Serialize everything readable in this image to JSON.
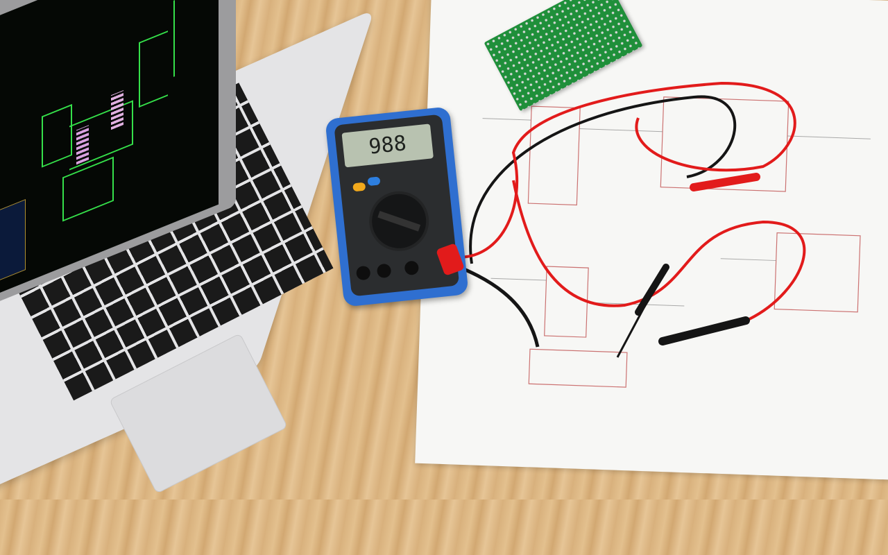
{
  "scene": {
    "description": "Top-down photo of a wooden desk with a laptop showing a green-on-black circuit schematic, a blue digital multimeter with red and black test leads, a printed circuit schematic on white paper, and a green printed circuit board",
    "objects": [
      "laptop",
      "digital-multimeter",
      "test-leads",
      "schematic-paper",
      "printed-circuit-board"
    ]
  },
  "multimeter": {
    "display_reading": "988",
    "body_color": "#2f6fd0",
    "button_colors": [
      "#f2a91c",
      "#2d7fe0"
    ]
  },
  "colors": {
    "desk": "#dcb680",
    "paper": "#f7f7f5",
    "pcb": "#1f8f3a",
    "screen_trace": "#35e04a",
    "red_lead": "#e21b1b",
    "black_lead": "#151515"
  }
}
